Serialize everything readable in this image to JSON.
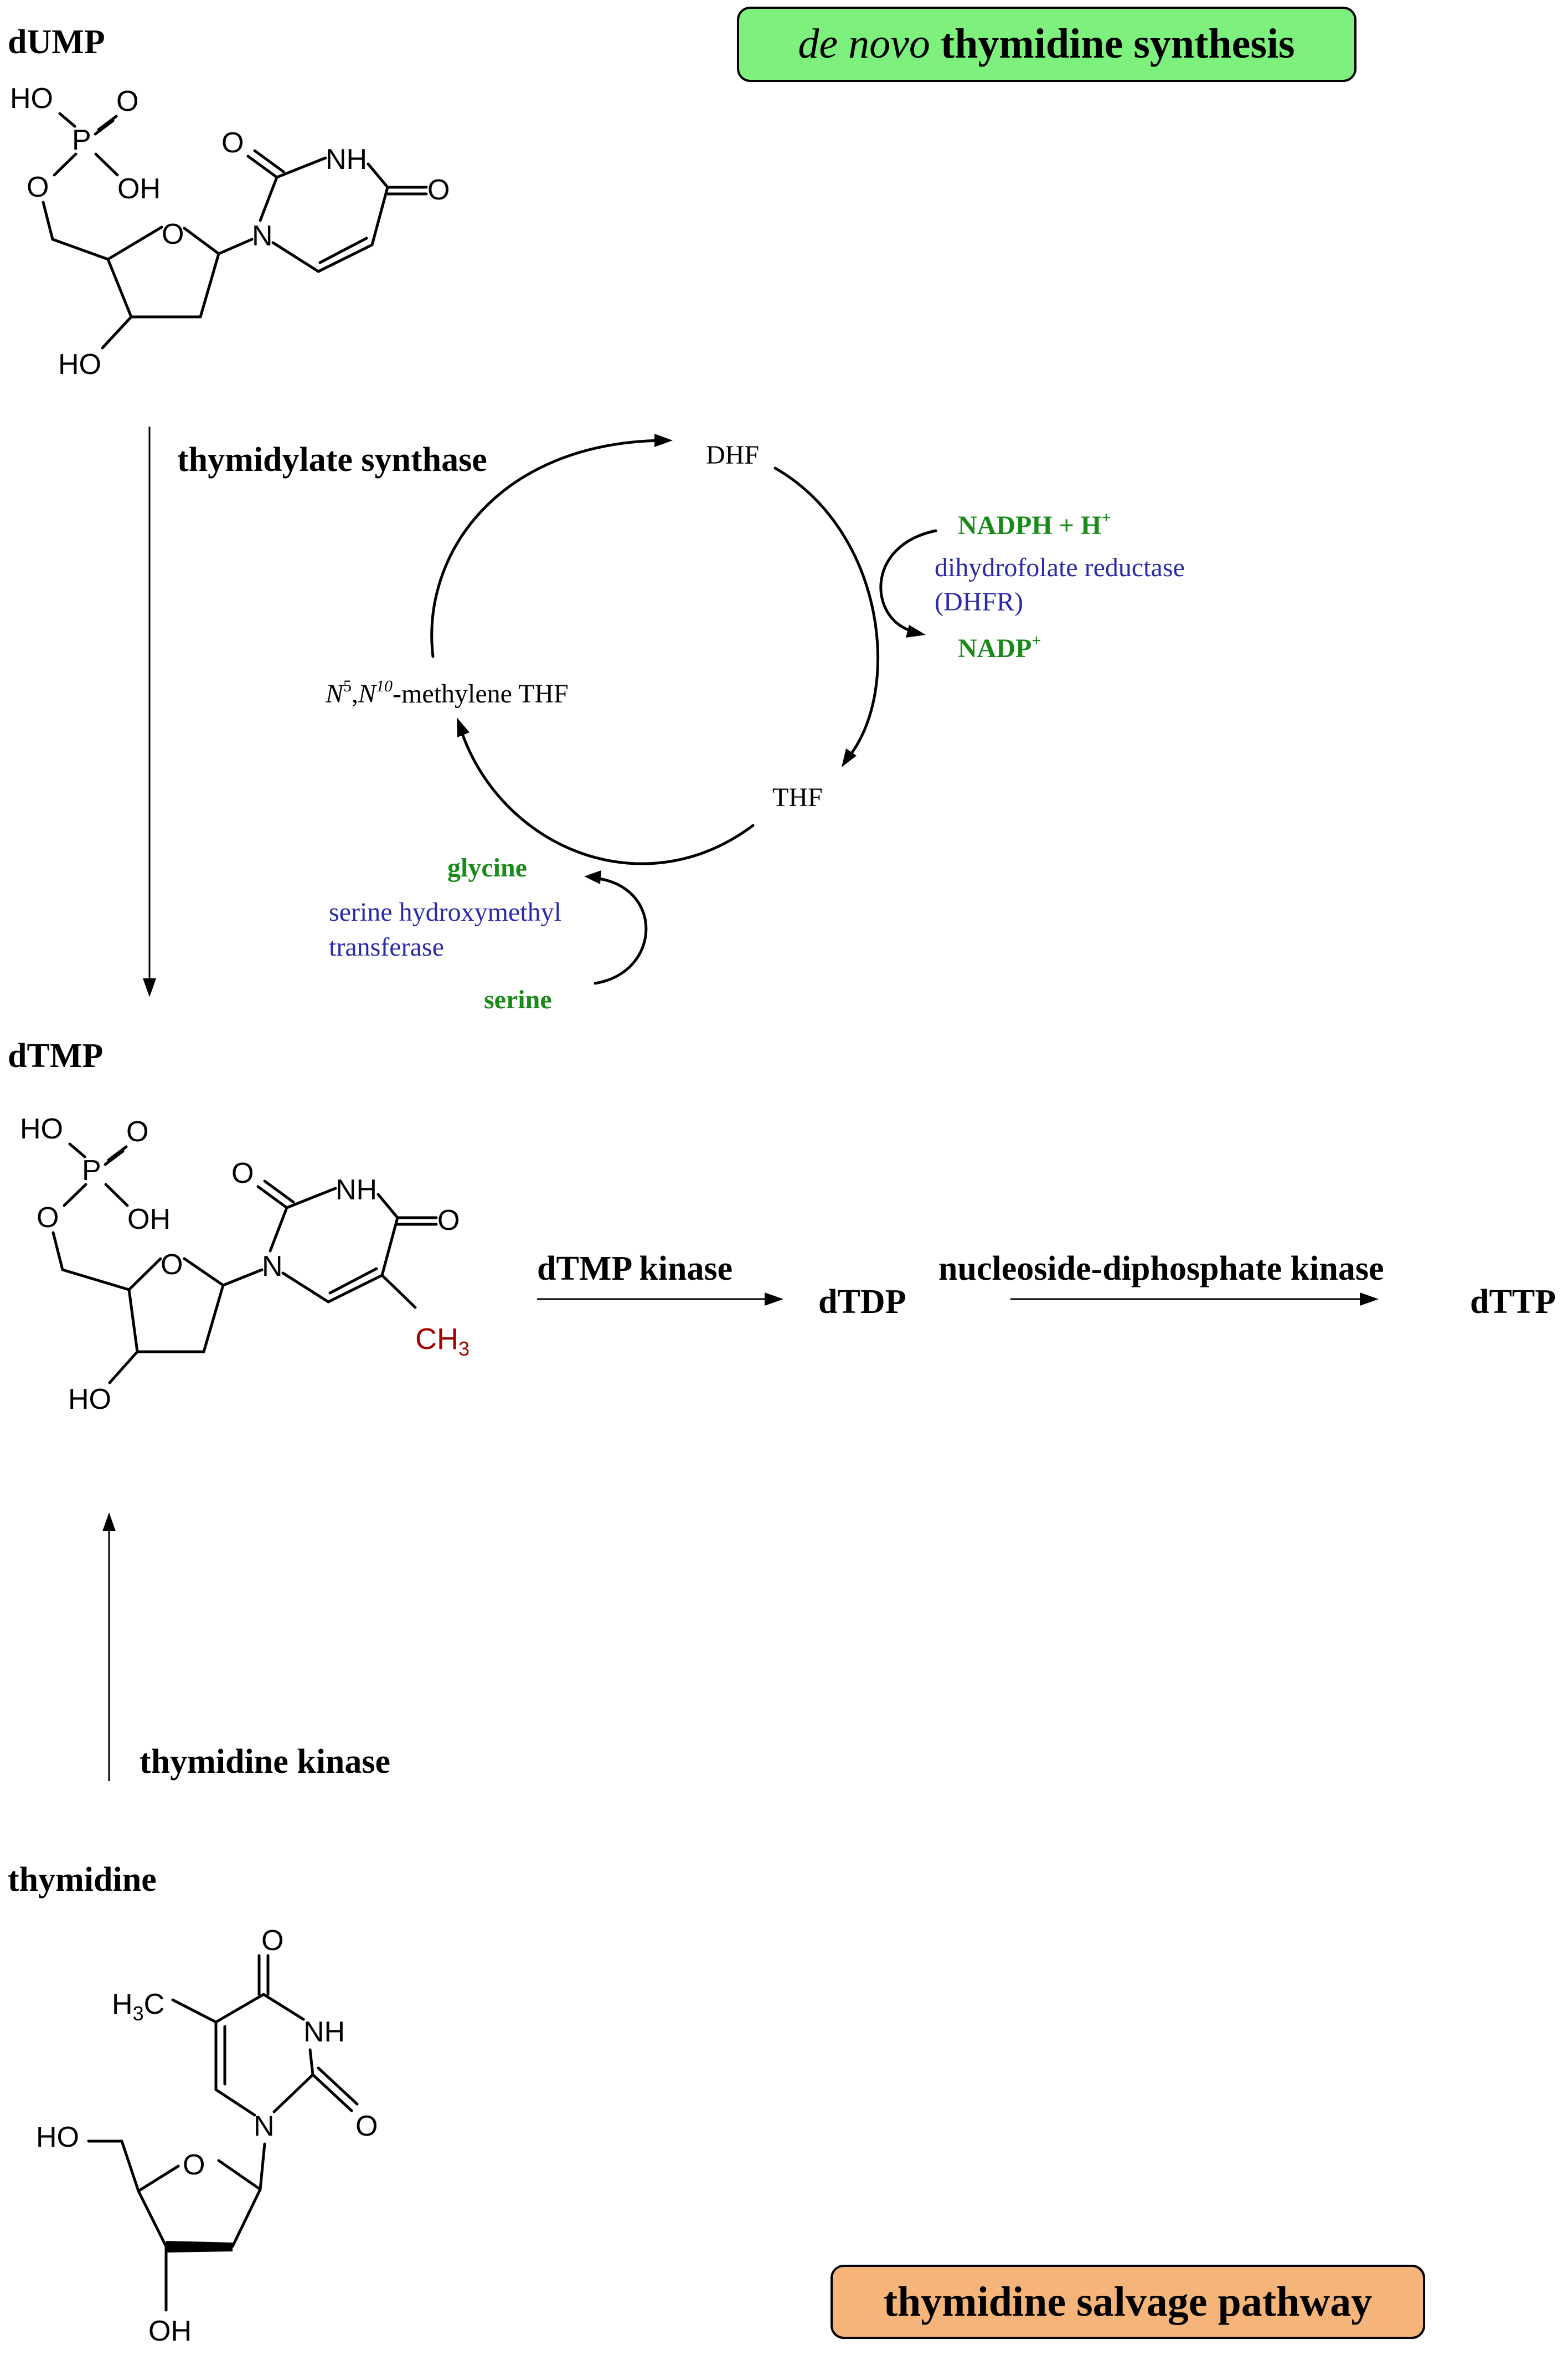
{
  "colors": {
    "black": "#000000",
    "green_text": "#1a8a1a",
    "blue_text": "#2a2aa8",
    "methyl_red": "#a00000",
    "denovo_box": "#7ef07e",
    "salvage_box": "#f5b57a"
  },
  "titles": {
    "denovo_italic": "de novo",
    "denovo_rest": " thymidine synthesis",
    "salvage": "thymidine salvage pathway"
  },
  "compounds": {
    "dump": "dUMP",
    "dtmp": "dTMP",
    "dtdp": "dTDP",
    "dttp": "dTTP",
    "thymidine": "thymidine"
  },
  "enzymes": {
    "thymidylate_synthase": "thymidylate synthase",
    "dtmp_kinase": "dTMP kinase",
    "ndp_kinase": "nucleoside-diphosphate kinase",
    "thymidine_kinase": "thymidine kinase"
  },
  "folate_cycle": {
    "dhf": "DHF",
    "thf": "THF",
    "mthf_n5": "N",
    "mthf_sup5": "5",
    "mthf_comma": ",",
    "mthf_n10": "N",
    "mthf_sup10": "10",
    "mthf_rest": "-methylene THF",
    "nadph": "NADPH + H",
    "nadph_sup": "+",
    "nadp": "NADP",
    "nadp_sup": "+",
    "dhfr_line1": "dihydrofolate reductase",
    "dhfr_line2": "(DHFR)",
    "glycine": "glycine",
    "serine": "serine",
    "shmt_line1": "serine hydroxymethyl",
    "shmt_line2": "transferase"
  },
  "atoms": {
    "ho": "HO",
    "oh": "OH",
    "p": "P",
    "o": "O",
    "nh": "NH",
    "n": "N",
    "ch3": "CH",
    "ch3_sub": "3",
    "h3c_h": "H",
    "h3c_sub": "3",
    "h3c_c": "C"
  }
}
